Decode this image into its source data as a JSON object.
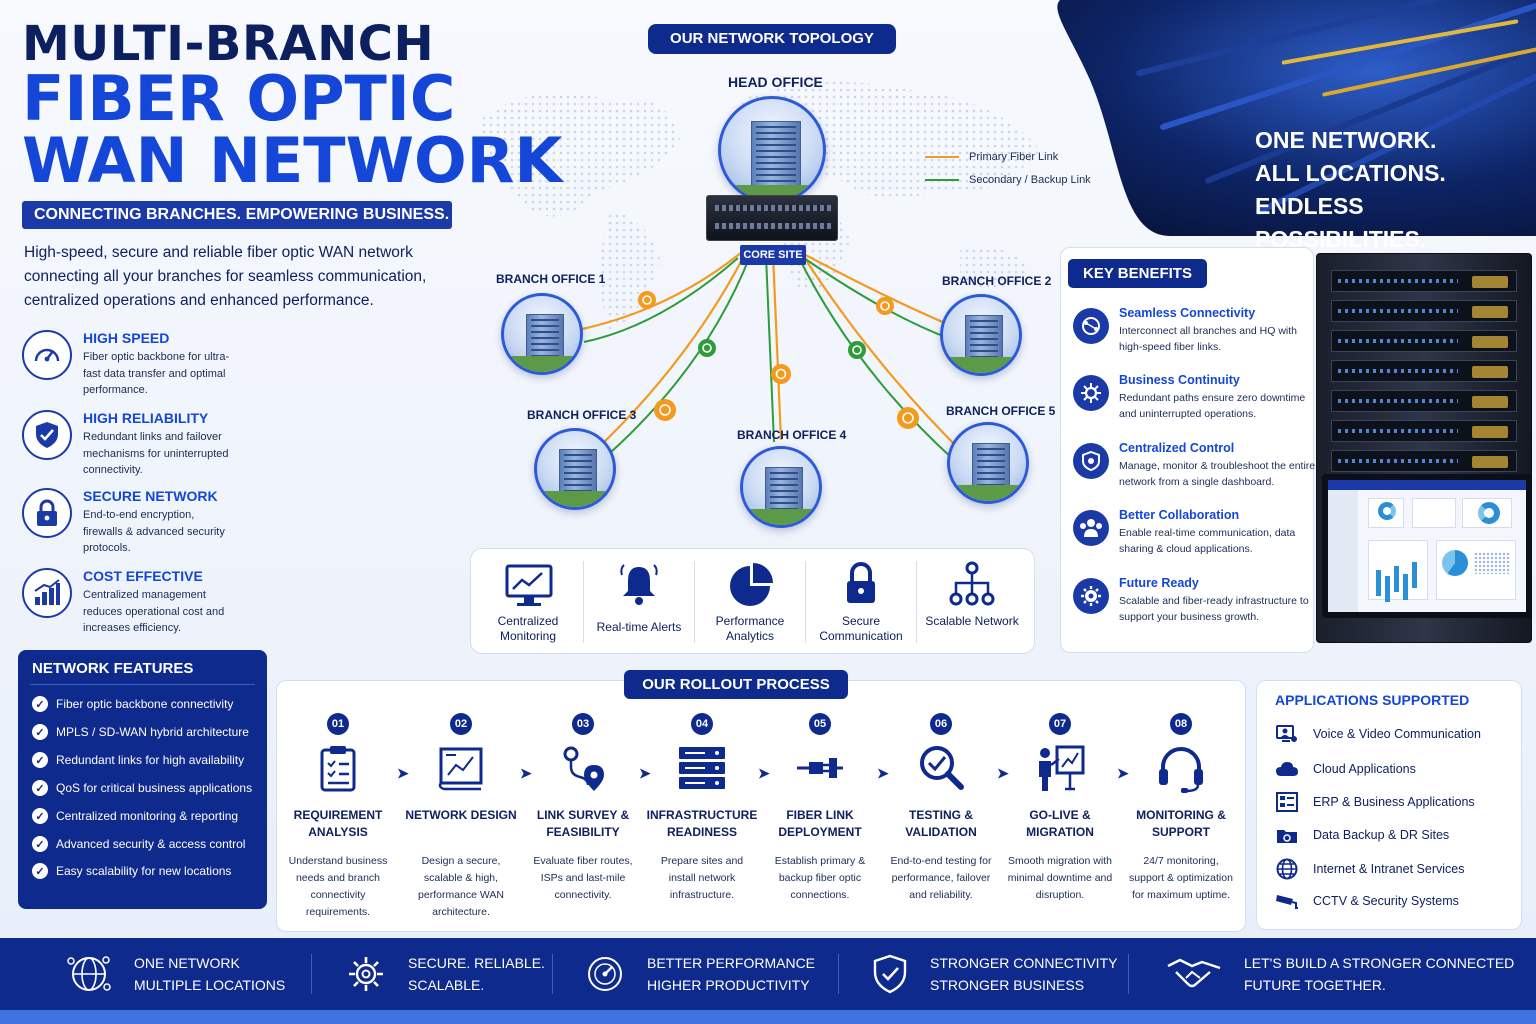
{
  "header": {
    "title_line1": "MULTI-BRANCH",
    "title_line2": "FIBER OPTIC",
    "title_line3": "WAN NETWORK",
    "tagline": "CONNECTING BRANCHES.  EMPOWERING BUSINESS.",
    "intro": "High-speed, secure and reliable fiber optic WAN network connecting all your branches for seamless communication, centralized operations and enhanced performance."
  },
  "features": [
    {
      "title": "HIGH SPEED",
      "desc": "Fiber optic backbone for ultra-fast data transfer and optimal performance.",
      "icon": "speedometer-icon"
    },
    {
      "title": "HIGH RELIABILITY",
      "desc": "Redundant links and failover mechanisms for uninterrupted connectivity.",
      "icon": "shield-check-icon"
    },
    {
      "title": "SECURE NETWORK",
      "desc": "End-to-end encryption, firewalls & advanced security protocols.",
      "icon": "lock-icon"
    },
    {
      "title": "COST EFFECTIVE",
      "desc": "Centralized management reduces operational cost and increases efficiency.",
      "icon": "bar-chart-icon"
    }
  ],
  "network_features": {
    "title": "NETWORK FEATURES",
    "items": [
      "Fiber optic backbone connectivity",
      "MPLS / SD-WAN hybrid architecture",
      "Redundant links for high availability",
      "QoS for critical business applications",
      "Centralized monitoring & reporting",
      "Advanced security & access control",
      "Easy scalability for new locations"
    ]
  },
  "topology": {
    "title": "OUR NETWORK TOPOLOGY",
    "head_office": "HEAD OFFICE",
    "core_site": "CORE SITE",
    "branches": [
      "BRANCH OFFICE 1",
      "BRANCH OFFICE 2",
      "BRANCH OFFICE 3",
      "BRANCH OFFICE 4",
      "BRANCH OFFICE 5"
    ],
    "legend": [
      {
        "label": "Primary Fiber Link",
        "color": "#f39a1f"
      },
      {
        "label": "Secondary / Backup Link",
        "color": "#2e9c3a"
      }
    ]
  },
  "icon_row": [
    {
      "label": "Centralized Monitoring",
      "icon": "monitor-chart-icon"
    },
    {
      "label": "Real-time Alerts",
      "icon": "bell-icon"
    },
    {
      "label": "Performance Analytics",
      "icon": "pie-chart-icon"
    },
    {
      "label": "Secure Communication",
      "icon": "lock-icon"
    },
    {
      "label": "Scalable Network",
      "icon": "hierarchy-icon"
    }
  ],
  "slogan": [
    "ONE NETWORK.",
    "ALL LOCATIONS.",
    "ENDLESS POSSIBILITIES."
  ],
  "key_benefits": {
    "title": "KEY BENEFITS",
    "items": [
      {
        "title": "Seamless Connectivity",
        "desc": "Interconnect all branches and HQ with high-speed fiber links."
      },
      {
        "title": "Business Continuity",
        "desc": "Redundant paths ensure zero downtime and uninterrupted operations."
      },
      {
        "title": "Centralized Control",
        "desc": "Manage, monitor & troubleshoot the entire network from a single dashboard."
      },
      {
        "title": "Better Collaboration",
        "desc": "Enable real-time communication, data sharing & cloud applications."
      },
      {
        "title": "Future Ready",
        "desc": "Scalable and fiber-ready infrastructure to support your business growth."
      }
    ]
  },
  "rollout": {
    "title": "OUR ROLLOUT PROCESS",
    "steps": [
      {
        "num": "01",
        "title": "REQUIREMENT ANALYSIS",
        "desc": "Understand business needs and branch connectivity requirements.",
        "icon": "clipboard-icon"
      },
      {
        "num": "02",
        "title": "NETWORK DESIGN",
        "desc": "Design a secure, scalable & high, performance WAN architecture.",
        "icon": "blueprint-icon"
      },
      {
        "num": "03",
        "title": "LINK SURVEY & FEASIBILITY",
        "desc": "Evaluate fiber routes, ISPs and last-mile connectivity.",
        "icon": "route-pin-icon"
      },
      {
        "num": "04",
        "title": "INFRASTRUCTURE READINESS",
        "desc": "Prepare sites and install network infrastructure.",
        "icon": "server-icon"
      },
      {
        "num": "05",
        "title": "FIBER LINK DEPLOYMENT",
        "desc": "Establish primary & backup fiber optic connections.",
        "icon": "fiber-connector-icon"
      },
      {
        "num": "06",
        "title": "TESTING & VALIDATION",
        "desc": "End-to-end testing for performance, failover and reliability.",
        "icon": "magnifier-check-icon"
      },
      {
        "num": "07",
        "title": "GO-LIVE & MIGRATION",
        "desc": "Smooth migration with minimal downtime and disruption.",
        "icon": "presenter-icon"
      },
      {
        "num": "08",
        "title": "MONITORING & SUPPORT",
        "desc": "24/7 monitoring, support & optimization for maximum uptime.",
        "icon": "headset-icon"
      }
    ]
  },
  "applications": {
    "title": "APPLICATIONS SUPPORTED",
    "items": [
      {
        "label": "Voice & Video Communication",
        "icon": "video-call-icon"
      },
      {
        "label": "Cloud Applications",
        "icon": "cloud-icon"
      },
      {
        "label": "ERP & Business Applications",
        "icon": "erp-grid-icon"
      },
      {
        "label": "Data Backup & DR Sites",
        "icon": "backup-icon"
      },
      {
        "label": "Internet & Intranet Services",
        "icon": "globe-icon"
      },
      {
        "label": "CCTV & Security Systems",
        "icon": "cctv-icon"
      }
    ]
  },
  "footer": [
    {
      "line1": "ONE NETWORK",
      "line2": "MULTIPLE LOCATIONS",
      "icon": "globe-network-icon"
    },
    {
      "line1": "SECURE. RELIABLE.",
      "line2": "SCALABLE.",
      "icon": "gear-icon"
    },
    {
      "line1": "BETTER PERFORMANCE",
      "line2": "HIGHER PRODUCTIVITY",
      "icon": "gauge-icon"
    },
    {
      "line1": "STRONGER CONNECTIVITY",
      "line2": "STRONGER BUSINESS",
      "icon": "shield-check-icon"
    },
    {
      "line1": "LET'S BUILD A STRONGER CONNECTED",
      "line2": "FUTURE TOGETHER.",
      "icon": "handshake-icon"
    }
  ],
  "colors": {
    "navy": "#0e2a8c",
    "accent_blue": "#1446d8",
    "primary_link": "#f39a1f",
    "backup_link": "#2e9c3a"
  }
}
